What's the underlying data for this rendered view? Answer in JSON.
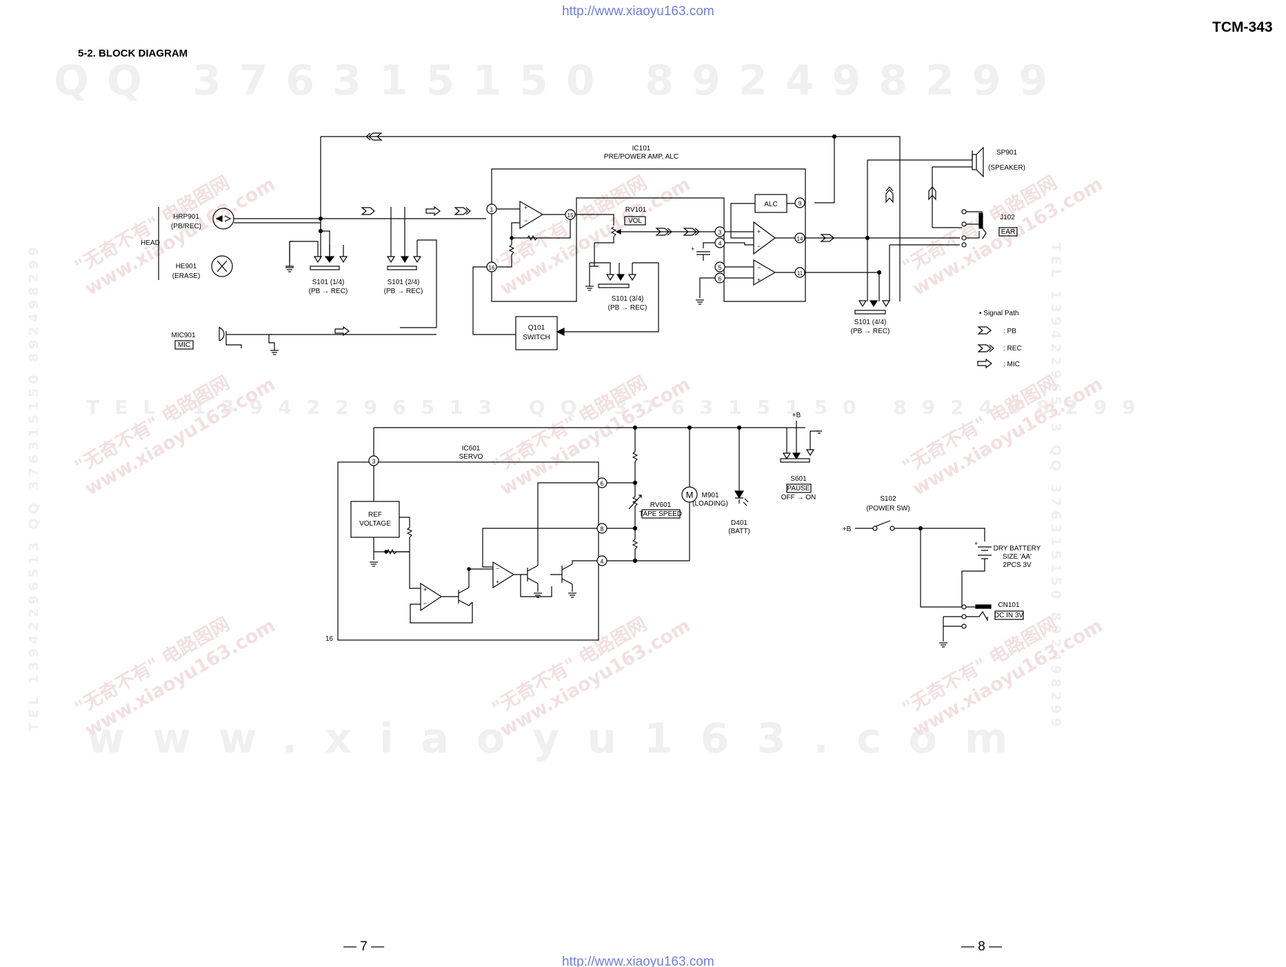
{
  "header": {
    "url_top": "http://www.xiaoyu163.com",
    "model": "TCM-343",
    "section_title": "5-2.  BLOCK DIAGRAM"
  },
  "footer": {
    "page_left": "— 7 —",
    "page_right": "— 8 —",
    "url_bottom": "http://www.xiaoyu163.com"
  },
  "watermarks": {
    "qq_line": "QQ 376315150   892498299",
    "tel_line": "TEL 13942296513   QQ 376315150   892498299",
    "site_line": "www.xiaoyu163.com",
    "vertical": "TEL 13942296513  QQ 376315150  892498299",
    "cn_text": "\"无奇不有\" 电路图网",
    "site_small": "www.xiaoyu163.com"
  },
  "diagram_upper": {
    "ic101": {
      "name": "IC101",
      "desc": "PRE/POWER AMP, ALC"
    },
    "alc": "ALC",
    "rv101": {
      "name": "RV101",
      "tag": "VOL"
    },
    "head": "HEAD",
    "hrp901": {
      "name": "HRP901",
      "desc": "(PB/REC)"
    },
    "he901": {
      "name": "HE901",
      "desc": "(ERASE)"
    },
    "mic901": {
      "name": "MIC901",
      "tag": "MIC"
    },
    "s101_1": {
      "name": "S101 (1/4)",
      "desc": "(PB → REC)"
    },
    "s101_2": {
      "name": "S101 (2/4)",
      "desc": "(PB → REC)"
    },
    "s101_3": {
      "name": "S101 (3/4)",
      "desc": "(PB → REC)"
    },
    "s101_4": {
      "name": "S101 (4/4)",
      "desc": "(PB → REC)"
    },
    "q101": {
      "name": "Q101",
      "desc": "SWITCH"
    },
    "sp901": {
      "name": "SP901",
      "desc": "(SPEAKER)"
    },
    "j102": {
      "name": "J102",
      "tag": "EAR"
    },
    "pins": [
      "1",
      "15",
      "16",
      "3",
      "4",
      "5",
      "6",
      "9",
      "14",
      "11"
    ],
    "legend": {
      "title": "• Signal Path",
      "pb": ": PB",
      "rec": ": REC",
      "mic": ": MIC"
    }
  },
  "diagram_lower": {
    "ic601": {
      "name": "IC601",
      "desc": "SERVO"
    },
    "ref_voltage": [
      "REF",
      "VOLTAGE"
    ],
    "pin_3": "3",
    "pin_6": "6",
    "pin_8": "8",
    "pin_4": "4",
    "pin_16": "16",
    "rv601": {
      "name": "RV601",
      "tag": "TAPE SPEED"
    },
    "m901": {
      "name": "M901",
      "desc": "(LOADING)",
      "symbol": "M"
    },
    "d401": {
      "name": "D401",
      "desc": "(BATT)"
    },
    "plus_b": "+B",
    "s601": {
      "name": "S601",
      "tag": "PAUSE",
      "desc": "OFF → ON"
    },
    "s102": {
      "name": "S102",
      "desc": "(POWER SW)",
      "plus_b": "+B"
    },
    "battery": [
      "DRY BATTERY",
      "SIZE 'AA'",
      "2PCS    3V"
    ],
    "cn101": {
      "name": "CN101",
      "tag": "DC IN 3V"
    }
  }
}
